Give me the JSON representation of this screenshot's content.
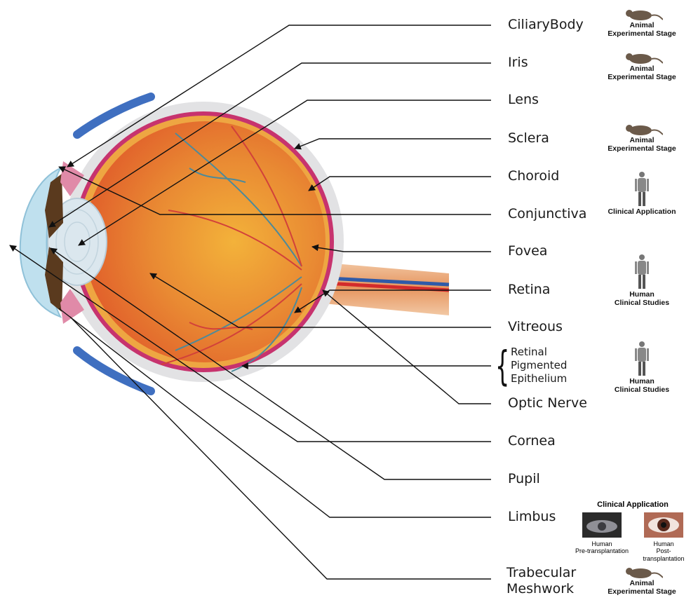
{
  "labels": {
    "ciliary_body": "CiliaryBody",
    "iris": "Iris",
    "lens": "Lens",
    "sclera": "Sclera",
    "choroid": "Choroid",
    "conjunctiva": "Conjunctiva",
    "fovea": "Fovea",
    "retina": "Retina",
    "vitreous": "Vitreous",
    "rpe_line1": "Retinal",
    "rpe_line2": "Pigmented",
    "rpe_line3": "Epithelium",
    "optic_nerve": "Optic Nerve",
    "cornea": "Cornea",
    "pupil": "Pupil",
    "limbus": "Limbus",
    "trabecular_line1": "Trabecular",
    "trabecular_line2": "Meshwork"
  },
  "stages": {
    "animal_line1": "Animal",
    "animal_line2": "Experimental Stage",
    "clinical_application": "Clinical Application",
    "human_line1": "Human",
    "human_line2": "Clinical Studies"
  },
  "limbus_panel": {
    "title": "Clinical Application",
    "pre_line1": "Human",
    "pre_line2": "Pre-transplantation",
    "post_line1": "Human",
    "post_line2": "Post-transplantation"
  },
  "colors": {
    "sclera": "#e2e2e4",
    "choroid": "#c7336e",
    "retina": "#e59a3a",
    "vitreous": "#e36c2d",
    "cornea": "#bfe0ee",
    "iris": "#5a3a1e",
    "vein": "#4d8a9a",
    "artery": "#d2413a"
  }
}
